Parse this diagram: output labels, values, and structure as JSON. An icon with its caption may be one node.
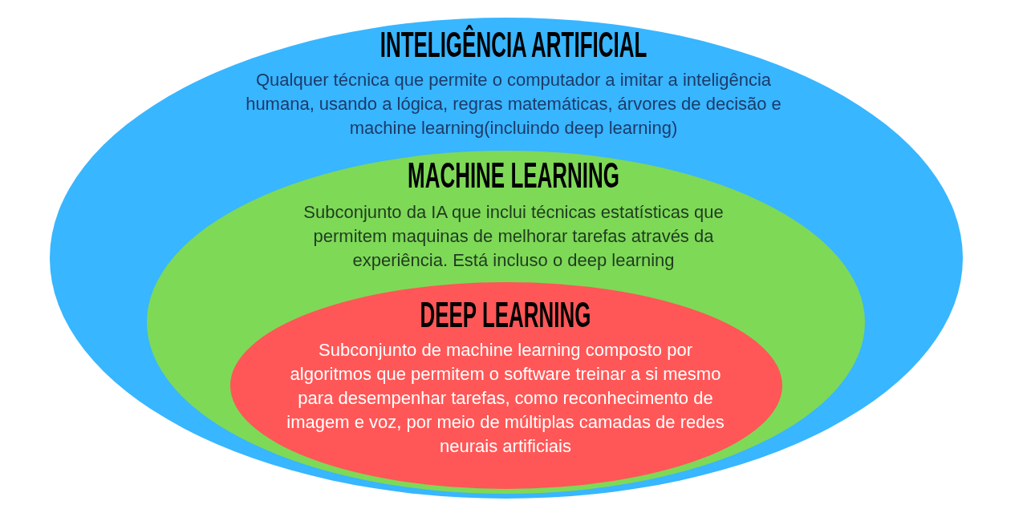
{
  "diagram": {
    "nodes": [
      {
        "text": [
          "INTELIGÊNCIA ARTIFICIAL",
          "Qualquer técnica que permite o computador a imitar a inteligência humana, usando a lógica, regras matemáticas, árvores de decisão e machine learning(incluindo deep learning)"
        ]
      },
      {
        "text": [
          "MACHINE LEARNING",
          "Subconjunto da IA que inclui técnicas estatísticas que permitem maquinas de melhorar tarefas através da experiência. Está incluso o deep learning"
        ],
        "in": 0
      },
      {
        "text": [
          "DEEP LEARNING",
          "Subconjunto de machine learning composto por algoritmos que permitem o software treinar a si mesmo para desempenhar tarefas, como reconhecimento de imagem e voz, por meio de múltiplas camadas de redes neurais artificiais"
        ],
        "in": 1
      }
    ]
  }
}
